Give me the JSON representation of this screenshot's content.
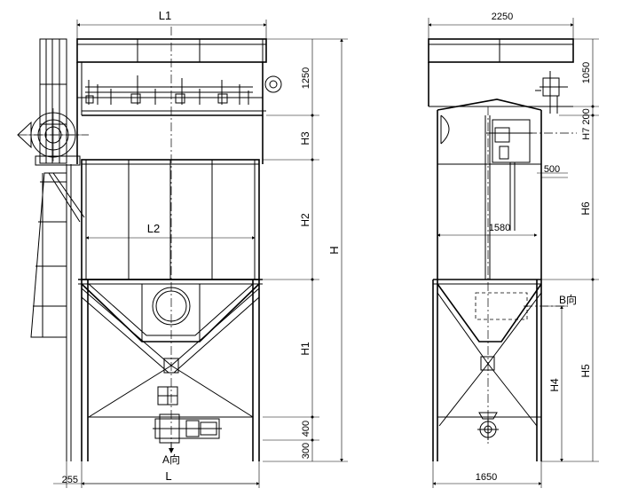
{
  "front_view": {
    "dims": {
      "L1": "L1",
      "d1250": "1250",
      "H3": "H3",
      "H2": "H2",
      "H": "H",
      "H1": "H1",
      "d400": "400",
      "d300": "300",
      "L2": "L2",
      "L": "L",
      "d255": "255"
    },
    "labels": {
      "A_dir": "A向"
    }
  },
  "side_view": {
    "dims": {
      "d2250": "2250",
      "d1050": "1050",
      "H7_200": "H7 200",
      "d500": "500",
      "H6": "H6",
      "d1580": "1580",
      "H5": "H5",
      "H4": "H4",
      "d1650": "1650"
    },
    "labels": {
      "B_dir": "B向"
    }
  }
}
